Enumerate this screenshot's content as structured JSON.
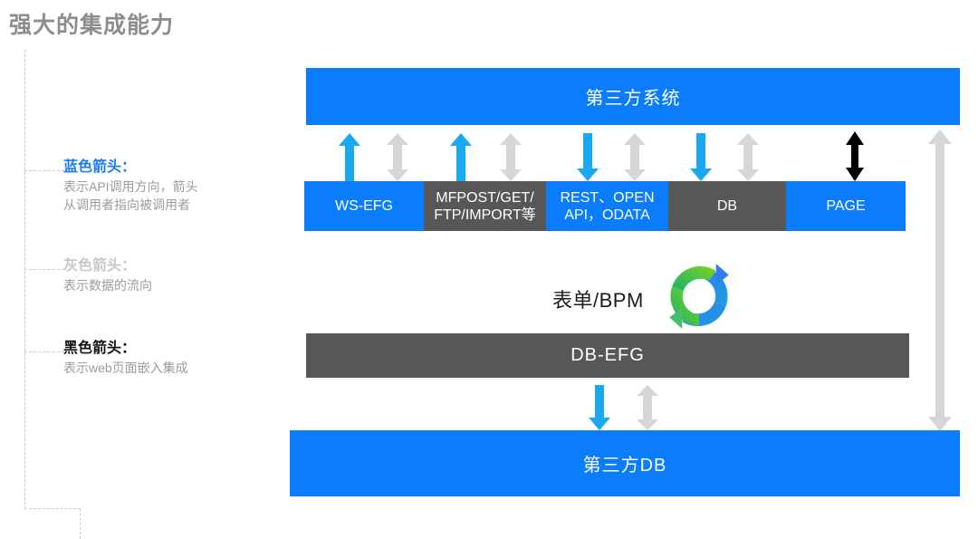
{
  "page": {
    "title": "强大的集成能力",
    "colors": {
      "blue": "#0b7cfb",
      "arrow_blue": "#1aa9f0",
      "dark_gray": "#575757",
      "light_gray": "#d6d6d6",
      "black": "#000000",
      "title_gray": "#8d8d8d",
      "desc_gray": "#9b9b9b"
    }
  },
  "legend": {
    "items": [
      {
        "key": "blue-arrow",
        "title": "蓝色箭头：",
        "description": "表示API调用方向，箭头\n从调用者指向被调用者",
        "color": "#1a7ef2"
      },
      {
        "key": "gray-arrow",
        "title": "灰色箭头：",
        "description": "表示数据的流向",
        "color": "#c7c7c7"
      },
      {
        "key": "black-arrow",
        "title": "黑色箭头：",
        "description": "表示web页面嵌入集成",
        "color": "#141414"
      }
    ]
  },
  "diagram": {
    "top_bar": {
      "label": "第三方系统",
      "style": "blue"
    },
    "protocols": [
      {
        "label": "WS-EFG",
        "style": "blue"
      },
      {
        "label": "MFPOST/GET/\nFTP/IMPORT等",
        "style": "gray"
      },
      {
        "label": "REST、OPEN\nAPI，ODATA",
        "style": "blue"
      },
      {
        "label": "DB",
        "style": "gray"
      },
      {
        "label": "PAGE",
        "style": "blue"
      }
    ],
    "middle": {
      "label": "表单/BPM",
      "icon": "sync-circle-icon"
    },
    "db_efg_bar": {
      "label": "DB-EFG",
      "style": "gray"
    },
    "bottom_bar": {
      "label": "第三方DB",
      "style": "blue"
    },
    "arrows": [
      {
        "name": "arrow-ws-efg-blue-up",
        "color": "blue",
        "direction": "up"
      },
      {
        "name": "arrow-ws-efg-gray-both",
        "color": "gray",
        "direction": "both"
      },
      {
        "name": "arrow-mfpost-blue-up",
        "color": "blue",
        "direction": "up"
      },
      {
        "name": "arrow-mfpost-gray-both",
        "color": "gray",
        "direction": "both"
      },
      {
        "name": "arrow-rest-blue-down",
        "color": "blue",
        "direction": "down"
      },
      {
        "name": "arrow-rest-gray-both",
        "color": "gray",
        "direction": "both"
      },
      {
        "name": "arrow-db-blue-down",
        "color": "blue",
        "direction": "down"
      },
      {
        "name": "arrow-db-gray-both",
        "color": "gray",
        "direction": "both"
      },
      {
        "name": "arrow-page-black-both",
        "color": "black",
        "direction": "both"
      },
      {
        "name": "arrow-dbefg-blue-down",
        "color": "blue",
        "direction": "down"
      },
      {
        "name": "arrow-dbefg-gray-both",
        "color": "gray",
        "direction": "both"
      },
      {
        "name": "arrow-side-gray-both",
        "color": "gray",
        "direction": "both"
      }
    ]
  }
}
